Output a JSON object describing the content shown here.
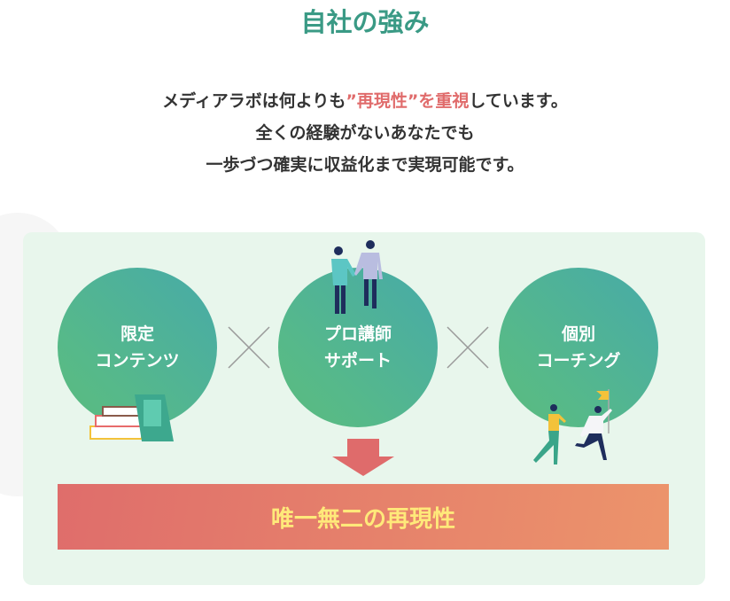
{
  "section": {
    "title": "自社の強み",
    "lead": {
      "line1_pre": "メディアラボは何よりも",
      "line1_highlight": "”再現性”を重視",
      "line1_post": "しています。",
      "line2": "全くの経験がないあなたでも",
      "line3": "一歩づつ確実に収益化まで実現可能です。"
    }
  },
  "features": [
    {
      "line1": "限定",
      "line2": "コンテンツ",
      "icon": "books-icon"
    },
    {
      "line1": "プロ講師",
      "line2": "サポート",
      "icon": "handshake-people-icon"
    },
    {
      "line1": "個別",
      "line2": "コーチング",
      "icon": "running-people-flag-icon"
    }
  ],
  "result": {
    "label": "唯一無二の再現性"
  },
  "colors": {
    "accent": "#3a9a85",
    "highlight": "#e06b6b",
    "panel": "#e8f6ec",
    "banner_text": "#ffe97a"
  }
}
